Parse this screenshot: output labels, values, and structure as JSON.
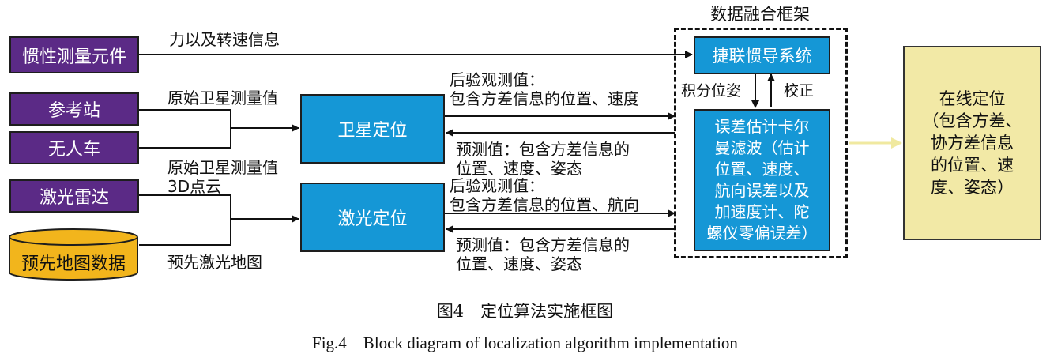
{
  "inputs": {
    "imu": "惯性测量元件",
    "ref_station": "参考站",
    "vehicle": "无人车",
    "lidar": "激光雷达",
    "prior_map": "预先地图数据"
  },
  "blocks": {
    "gnss": "卫星定位",
    "laser": "激光定位",
    "sins": "捷联惯导系统",
    "ekf": "误差估计卡尔\n曼滤波（估计\n位置、速度、\n航向误差以及\n加速度计、陀\n螺仪零偏误差）",
    "output": "在线定位\n（包含方差、\n协方差信息\n的位置、速\n度、姿态）"
  },
  "frame_title": "数据融合框架",
  "edges": {
    "imu_to_sins": "力以及转速信息",
    "raw_gnss_top": "原始卫星测量值",
    "raw_gnss_bottom": "原始卫星测量值",
    "pointcloud": "3D点云",
    "prior_laser_map": "预先激光地图",
    "gnss_post": "后验观测值：\n包含方差信息的位置、速度",
    "gnss_pred": "预测值：包含方差信息的\n位置、速度、姿态",
    "laser_post": "后验观测值：\n包含方差信息的位置、航向",
    "laser_pred": "预测值：包含方差信息的\n位置、速度、姿态",
    "integral_pose": "积分位姿",
    "correction": "校正"
  },
  "caption": {
    "cn": "图4　定位算法实施框图",
    "en": "Fig.4　Block diagram of localization algorithm implementation"
  },
  "colors": {
    "input_fill": "#5b2a86",
    "block_fill": "#1597d6",
    "output_fill": "#f2e9a6",
    "map_fill": "#f2b51c",
    "output_arrow": "#f0e9a0"
  }
}
